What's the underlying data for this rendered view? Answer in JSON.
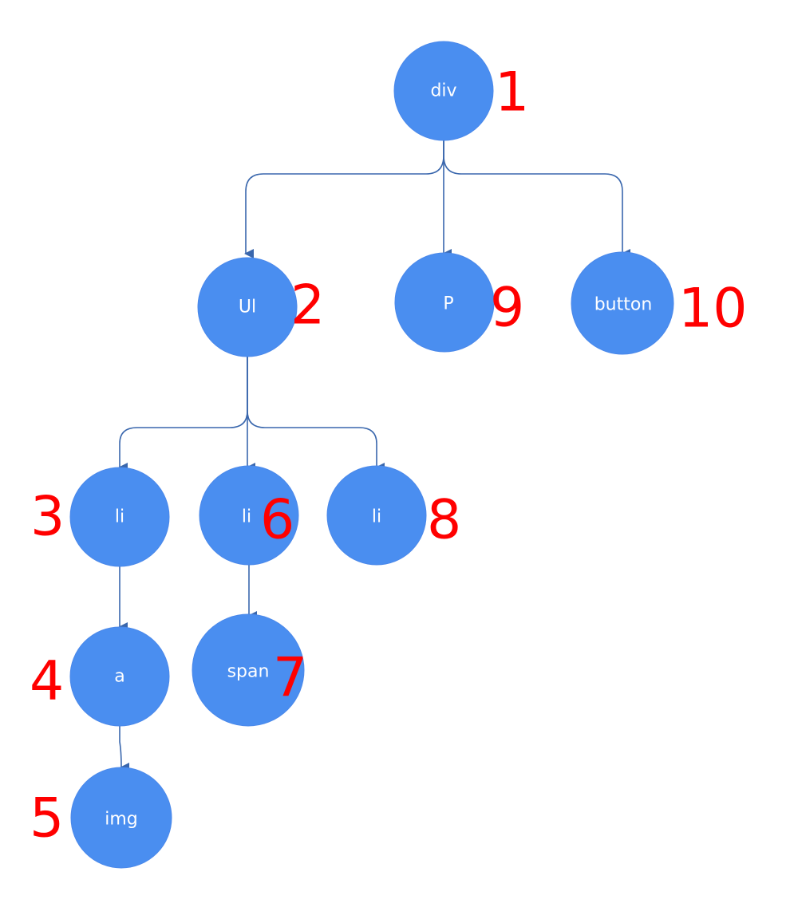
{
  "nodes": [
    {
      "id": "n1",
      "tag": "div",
      "order": "1"
    },
    {
      "id": "n2",
      "tag": "Ul",
      "order": "2"
    },
    {
      "id": "n9",
      "tag": "P",
      "order": "9"
    },
    {
      "id": "n10",
      "tag": "button",
      "order": "10"
    },
    {
      "id": "n3",
      "tag": "li",
      "order": "3"
    },
    {
      "id": "n6",
      "tag": "li",
      "order": "6"
    },
    {
      "id": "n8",
      "tag": "li",
      "order": "8"
    },
    {
      "id": "n4",
      "tag": "a",
      "order": "4"
    },
    {
      "id": "n7",
      "tag": "span",
      "order": "7"
    },
    {
      "id": "n5",
      "tag": "img",
      "order": "5"
    }
  ],
  "edges": [
    {
      "from": "n1",
      "to": "n2"
    },
    {
      "from": "n1",
      "to": "n9"
    },
    {
      "from": "n1",
      "to": "n10"
    },
    {
      "from": "n2",
      "to": "n3"
    },
    {
      "from": "n2",
      "to": "n6"
    },
    {
      "from": "n2",
      "to": "n8"
    },
    {
      "from": "n3",
      "to": "n4"
    },
    {
      "from": "n6",
      "to": "n7"
    },
    {
      "from": "n4",
      "to": "n5"
    }
  ],
  "colors": {
    "node_fill": "#4a8ef0",
    "edge": "#3a67ad",
    "order_label": "#ff0000",
    "node_text": "#ffffff"
  }
}
